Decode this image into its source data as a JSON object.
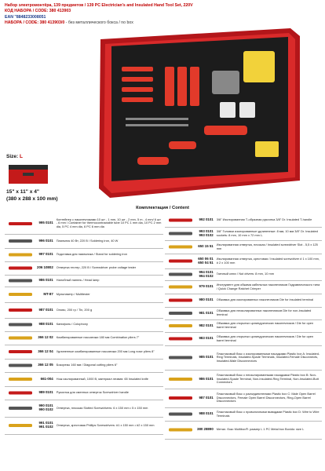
{
  "header": {
    "title": "Набор электромонтёра, 139 предметов / 139 PC Electrician's and Insulated Hand Tool Set, 220V",
    "code_line": "КОД НАБОРА / CODE: 380 413903",
    "ean_line": "EAN \"8848233008051",
    "variant_prefix": "НАБОРА / CODE: 380 413903/0",
    "variant_suffix": " - без металлического бокса / no box"
  },
  "size": {
    "label": "Size:",
    "value": "L"
  },
  "dimensions": {
    "inches": "15\" x 11\" x 4\"",
    "mm": "(380 x 288 x 100 mm)"
  },
  "contents_title": "Комплектация / Content",
  "left_items": [
    {
      "code": "995 0101",
      "desc": "Контейнер с наконечниками 10 шт - 1 mm, 10 шт - 2 mm, 5 m - 4 mm/ 6 шт - 6 mm / Container for thermocontractable tube 10 PC 1 mm dia, 10 PC 2 mm dia, 5 PC 4 mm dia, 6 PC 6 mm dia"
    },
    {
      "code": "996 0101",
      "desc": "Паяльник 40 Вт, 220 В / Soldering iron, 40 W"
    },
    {
      "code": "997 0101",
      "desc": "Подставка для паяльника / Stand for soldering iron"
    },
    {
      "code": "206 10802",
      "desc": "Отвертка тестер, 220 В / Screwdriver probe voltage tester"
    },
    {
      "code": "986 0101",
      "desc": "Налобный панель / Head lamp"
    },
    {
      "code": "MT-87",
      "desc": "Мультиметр / Multitester"
    },
    {
      "code": "987 0101",
      "desc": "Олово, 200 гр / Tin, 200 g"
    },
    {
      "code": "988 0101",
      "desc": "Канифоль / Colophony"
    },
    {
      "code": "366 12 02",
      "desc": "Комбинированные пассатижи 180 мм Combination pliers 7\""
    },
    {
      "code": "366 12 04",
      "desc": "Удлиненные комбинированные пассатижи 200 мм Long nose pliers 8\""
    },
    {
      "code": "366 12 05",
      "desc": "Бокорезы 160 мм / Diagonal cutting pliers 6\""
    },
    {
      "code": "661-004",
      "desc": "Нож изолированный, 1000 В, материал лезвия: 65 Insulated knife"
    },
    {
      "code": "989 0101",
      "desc": "Рукоятка для сменных отверток Screwdriver handle"
    },
    {
      "code": "990 0101\n990 0102",
      "desc": "Отвертка, плоская Slotted Screwdrivers: 6 x 150 mm • 5 x 150 mm"
    },
    {
      "code": "991 0101\n991 0102",
      "desc": "Отвертка, крестовая Phillips Screwdrivers: #1 x 150 mm • #2 x 150 mm"
    }
  ],
  "right_items": [
    {
      "code": "992 0101",
      "desc": "3/8\" Изолированная Т-образная рукоятка 3/8\" Dr. Insulated T-handle"
    },
    {
      "code": "993 0101\n993 0102",
      "desc": "3/8\" Головки изолированные удлиненные: 8 мм, 10 мм 3/8\" Dr. Insulated sockets: 8 mm, 10 mm x 72 mm L."
    },
    {
      "code": "650 15 51",
      "desc": "Изолированная отвертка, плоская / Insulated screwdriver Slot - 5,5 x 125 mm"
    },
    {
      "code": "650 06 01\n650 04 51",
      "desc": "Изолированная отвертка, крестовая / Insulated screwdriver # 1 x 100 mm, # 2 x 100 mm"
    },
    {
      "code": "994 0101\n994 0102",
      "desc": "Гаечный ключ / Nut drivers: 8 mm, 10 mm"
    },
    {
      "code": "979 0101",
      "desc": "Инструмент для обжима кабельных наконечников Гидравлического типа / Quick Change Ratchet Crimper"
    },
    {
      "code": "980 0101",
      "desc": "Обжимка для изолированных наконечников Die for insulated terminal"
    },
    {
      "code": "981 0101",
      "desc": "Обжимка для неизолированных наконечников Die for non-insulated terminal"
    },
    {
      "code": "982 0101",
      "desc": "Обжимка для открытых цилиндрических наконечников / Die for open barrel terminal"
    },
    {
      "code": "983 0101",
      "desc": "Обжимка для открытых цилиндрических наконечников / Die for open barrel terminal"
    },
    {
      "code": "985 0101",
      "desc": "Пластиковый бокс с изолированными насадками Plastic box A: Insulated-Ring Terminals, Insulated-Spade Terminals, Insulated-Female Disconnects, Insulated-Male Disconnectors"
    },
    {
      "code": "986 0101",
      "desc": "Пластиковый бокс с неизолированными насадками Plastic box B: Non-Insulated-Spade Terminal, Non-Insulated-Ring Terminal, Non-Insulated-Butt Connectors"
    },
    {
      "code": "987 0101",
      "desc": "Пластиковый бокс с разъединителями Plastic box C: Male Open Barrel Disconnectors, Female Open Barrel Disconnectors, Ring-Open Barrel Disconnectors"
    },
    {
      "code": "988 0101",
      "desc": "Пластиковый бокс с проволочными выводами Plastic box D: Wire to Wire Terminals"
    },
    {
      "code": "380 28890",
      "desc": "Метал. бокс Multibox®: размер L 1 PC Metal box Boxido: size L"
    }
  ],
  "colors": {
    "accent": "#c00000",
    "header_blue": "#1a3a8a",
    "case_red": "#b3161a"
  }
}
